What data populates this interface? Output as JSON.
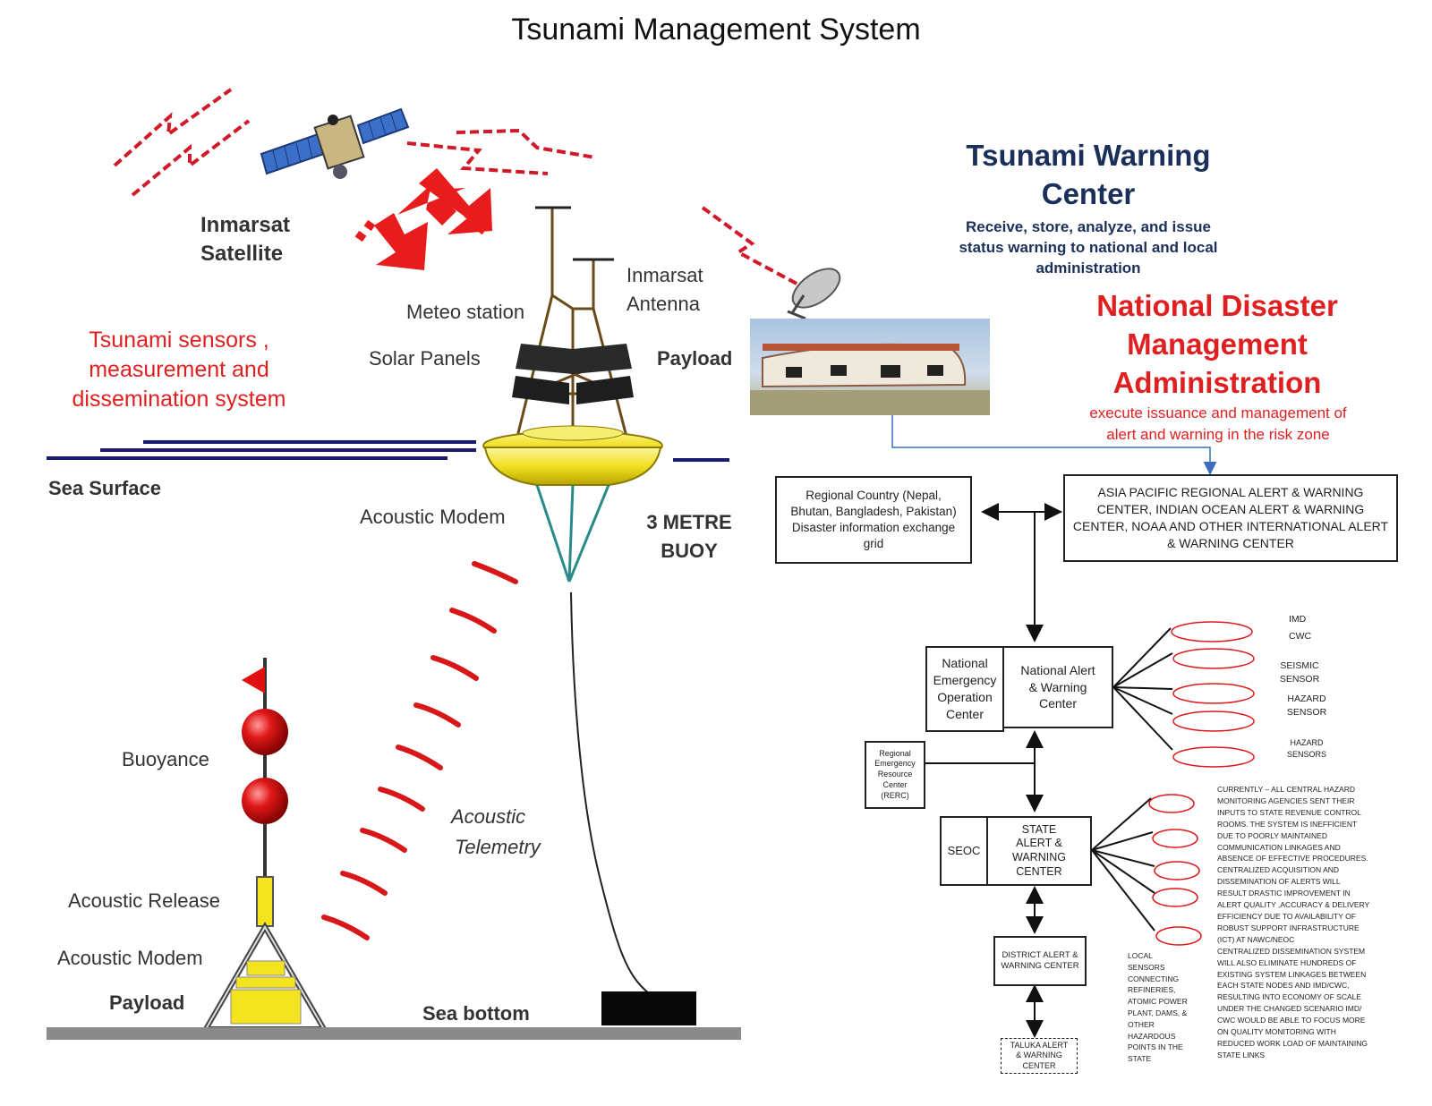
{
  "title": "Tsunami Management System",
  "left": {
    "satellite_label": [
      "Inmarsat",
      "Satellite"
    ],
    "sensors_label": [
      "Tsunami sensors ,",
      "measurement and",
      "dissemination system"
    ],
    "meteo": "Meteo station",
    "antenna": [
      "Inmarsat",
      "Antenna"
    ],
    "solar": "Solar Panels",
    "payload_top": "Payload",
    "sea_surface": "Sea Surface",
    "acoustic_modem_top": "Acoustic Modem",
    "buoy": [
      "3 METRE",
      "BUOY"
    ],
    "buoyance": "Buoyance",
    "acoustic_telemetry": [
      "Acoustic",
      "Telemetry"
    ],
    "acoustic_release": "Acoustic Release",
    "acoustic_modem_bottom": "Acoustic Modem",
    "payload_bottom": "Payload",
    "sea_bottom": "Sea bottom"
  },
  "warning_center": {
    "title": [
      "Tsunami  Warning",
      "Center"
    ],
    "desc": [
      "Receive, store, analyze, and issue",
      "status warning to national and local",
      "administration"
    ]
  },
  "ndma": {
    "title": [
      "National Disaster",
      "Management",
      "Administration"
    ],
    "desc": [
      "execute issuance and management of",
      "alert and warning in the risk zone"
    ]
  },
  "flow": {
    "regional_country": [
      "Regional Country (Nepal,",
      "Bhutan, Bangladesh, Pakistan)",
      "Disaster information exchange",
      "grid"
    ],
    "asia_pacific": [
      "ASIA PACIFIC REGIONAL ALERT & WARNING",
      "CENTER, INDIAN OCEAN ALERT & WARNING",
      "CENTER, NOAA AND OTHER INTERNATIONAL ALERT",
      "& WARNING CENTER"
    ],
    "neoc": [
      "National",
      "Emergency",
      "Operation",
      "Center"
    ],
    "nawc": [
      "National Alert",
      "& Warning",
      "Center"
    ],
    "rerc": [
      "Regional",
      "Emergency",
      "Resource",
      "Center",
      "(RERC)"
    ],
    "seoc": "SEOC",
    "sawc": [
      "STATE",
      "ALERT &",
      "WARNING",
      "CENTER"
    ],
    "dawc": [
      "DISTRICT ALERT &",
      "WARNING CENTER"
    ],
    "tawc": [
      "TALUKA ALERT",
      "& WARNING",
      "CENTER"
    ],
    "agencies": [
      [
        "IMD"
      ],
      [
        "CWC"
      ],
      [
        "SEISMIC",
        "SENSOR"
      ],
      [
        "HAZARD",
        "SENSOR"
      ],
      [
        "HAZARD",
        "SENSORS"
      ]
    ],
    "local_sensors": [
      "LOCAL",
      "SENSORS",
      "CONNECTING",
      "REFINERIES,",
      "ATOMIC POWER",
      "PLANT, DAMS, &",
      "OTHER",
      "HAZARDOUS",
      "POINTS IN THE",
      "STATE"
    ],
    "note": [
      "CURRENTLY – ALL CENTRAL HAZARD",
      "MONITORING AGENCIES SENT THEIR",
      "INPUTS TO STATE REVENUE CONTROL",
      "ROOMS.  THE SYSTEM IS INEFFICIENT",
      "DUE TO POORLY MAINTAINED",
      "COMMUNICATION LINKAGES AND",
      "ABSENCE  OF EFFECTIVE PROCEDURES.",
      "CENTRALIZED ACQUISITION AND",
      "DISSEMINATION OF ALERTS  WILL",
      "RESULT DRASTIC IMPROVEMENT IN",
      "ALERT  QUALITY ,ACCURACY & DELIVERY",
      "EFFICIENCY  DUE TO AVAILABILITY OF",
      "ROBUST SUPPORT INFRASTRUCTURE",
      "(ICT) AT NAWC/NEOC",
      "CENTRALIZED DISSEMINATION SYSTEM",
      "WILL ALSO ELIMINATE HUNDREDS OF",
      "EXISTING SYSTEM LINKAGES BETWEEN",
      "EACH STATE NODES AND IMD/CWC,",
      "RESULTING INTO ECONOMY OF SCALE",
      "UNDER THE CHANGED SCENARIO IMD/",
      "CWC WOULD BE ABLE TO FOCUS MORE",
      "ON QUALITY MONITORING WITH",
      "REDUCED WORK LOAD OF MAINTAINING",
      "STATE LINKS"
    ]
  },
  "colors": {
    "red": "#e02020",
    "navy": "#1a2f5a",
    "buoy_yellow": "#f0e020",
    "sea_line": "#1a1a6e",
    "flag_red": "#e01010"
  }
}
